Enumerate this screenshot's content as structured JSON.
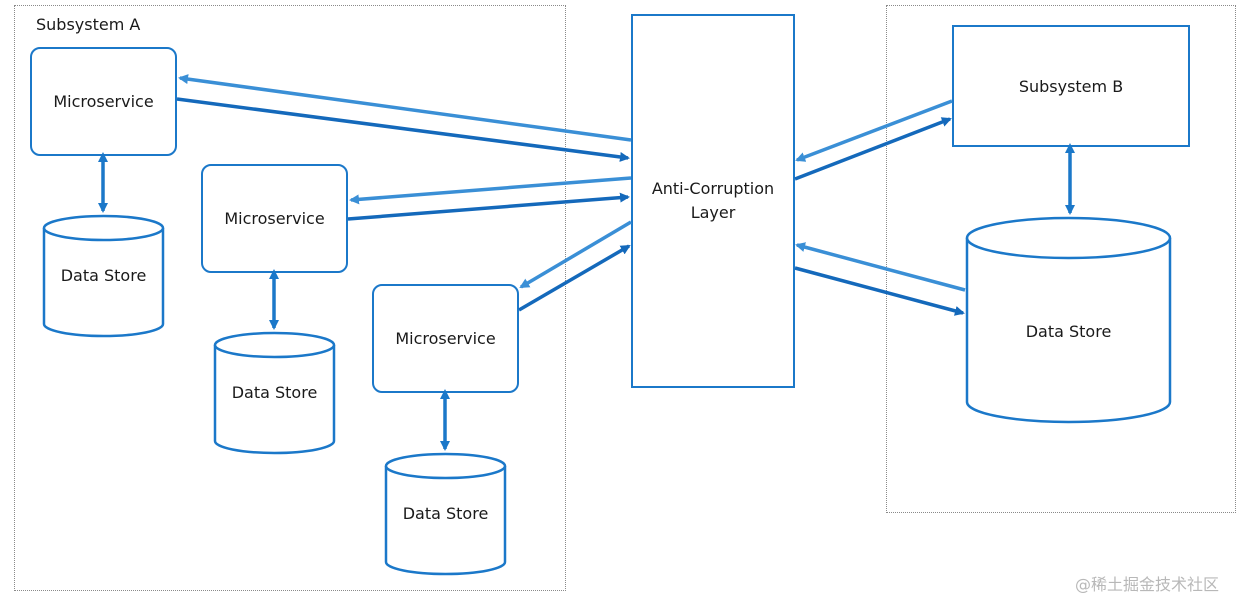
{
  "regions": {
    "subsystem_a_label": "Subsystem A"
  },
  "nodes": {
    "microservice_1": "Microservice",
    "microservice_2": "Microservice",
    "microservice_3": "Microservice",
    "data_store_1": "Data Store",
    "data_store_2": "Data Store",
    "data_store_3": "Data Store",
    "acl_line1": "Anti-Corruption",
    "acl_line2": "Layer",
    "subsystem_b": "Subsystem B",
    "data_store_b": "Data Store"
  },
  "colors": {
    "box_stroke": "#1b78c9",
    "arrow_dark": "#1469bb",
    "arrow_light": "#3a8fd6",
    "region_border": "#8a8a8a"
  },
  "watermark": "@稀土掘金技术社区"
}
